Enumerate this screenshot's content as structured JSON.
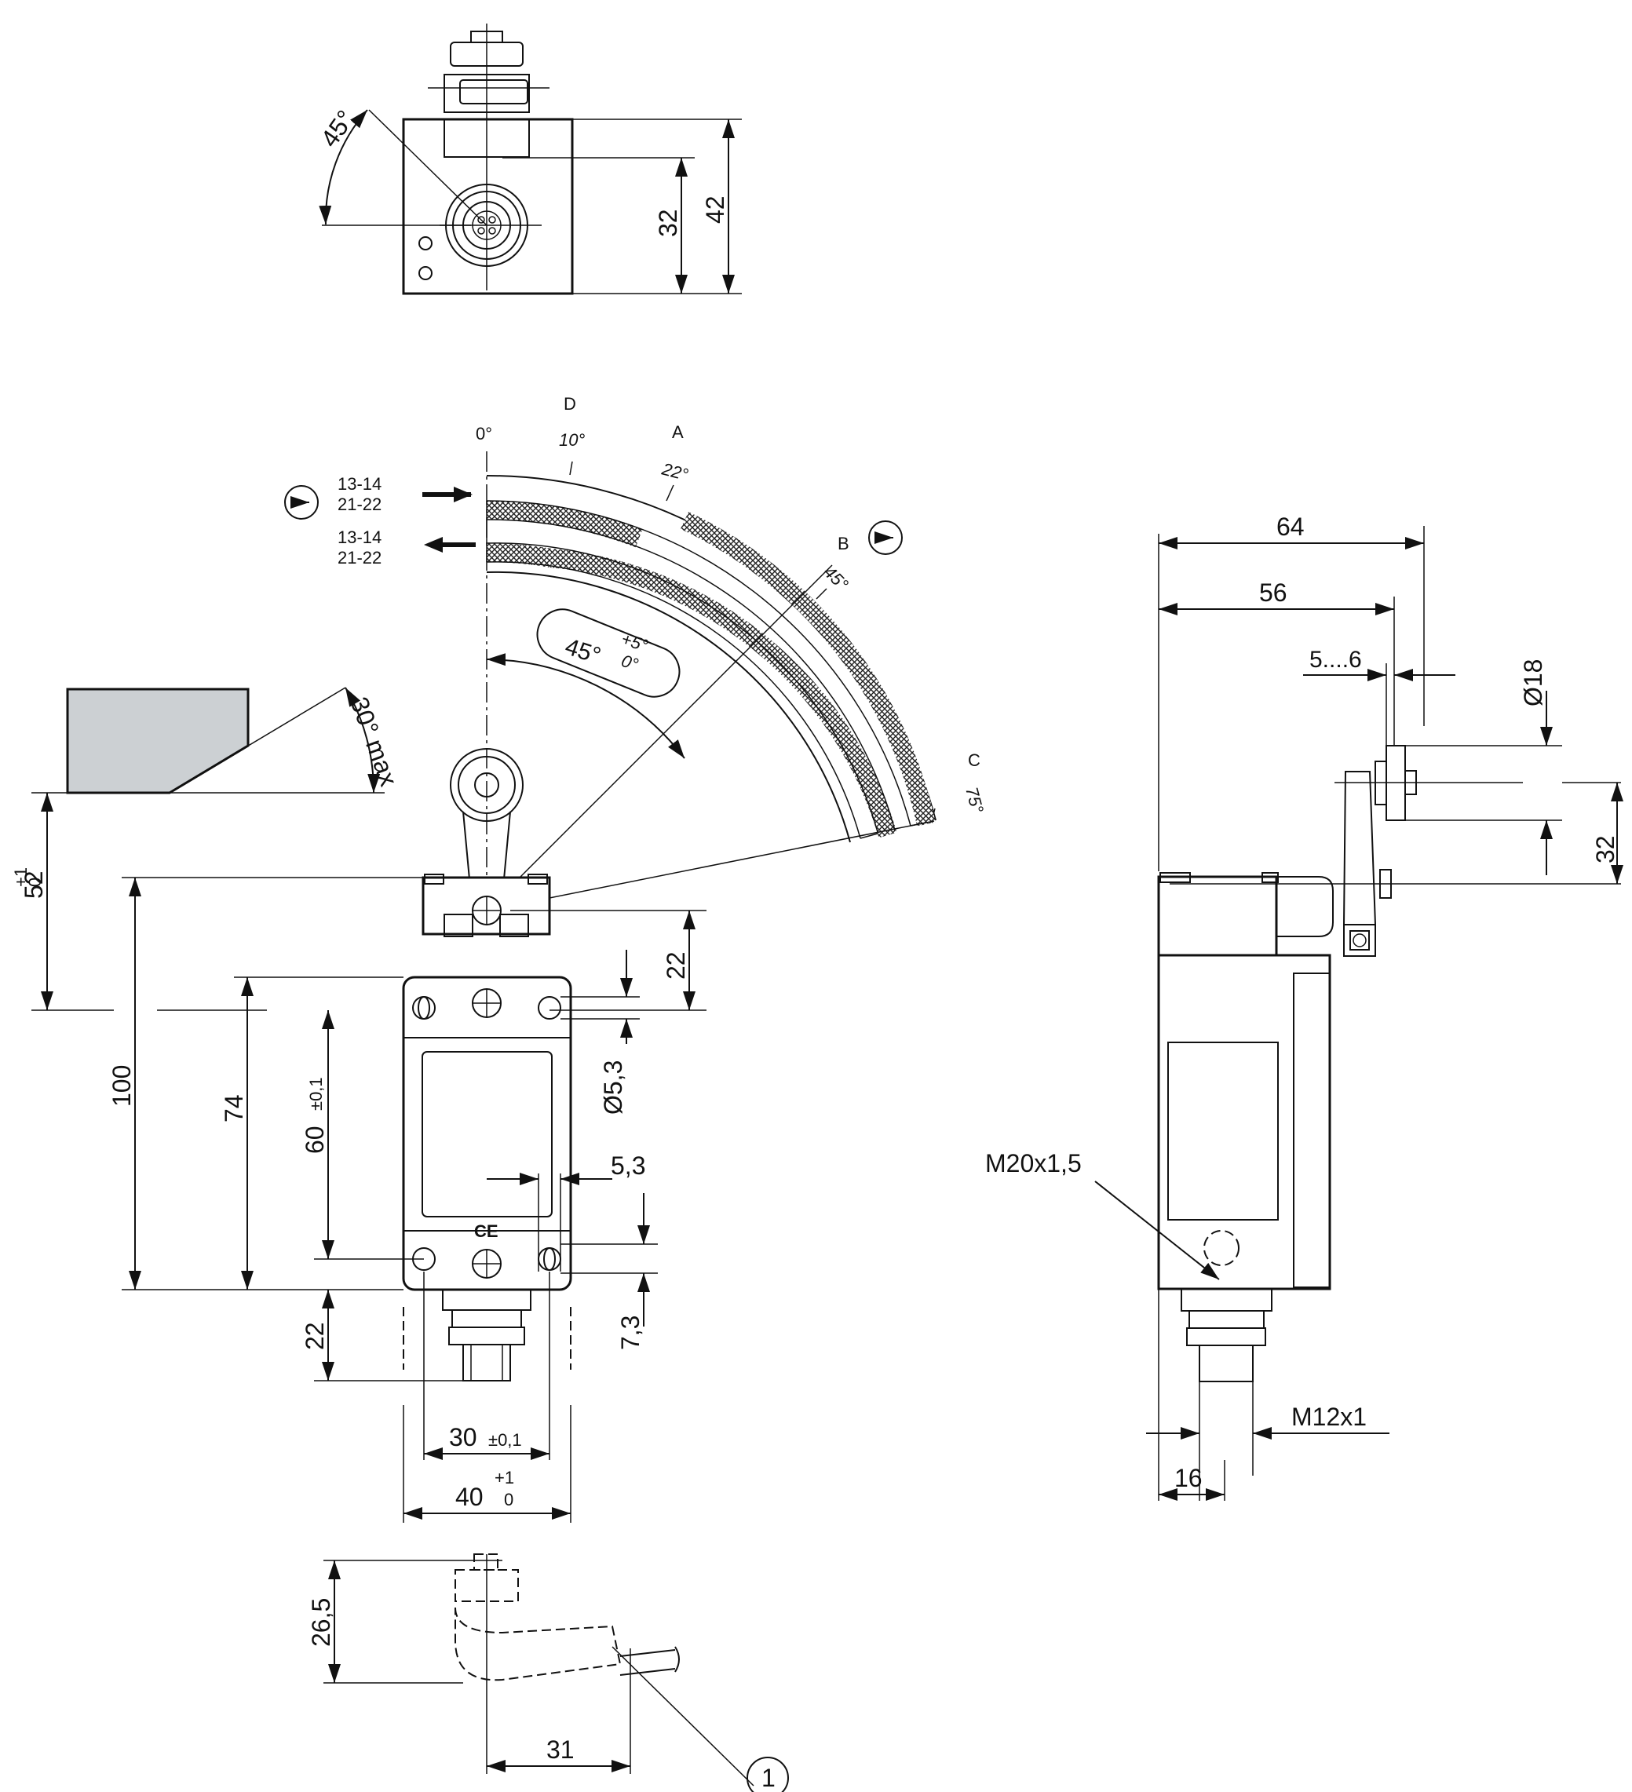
{
  "top_view": {
    "angle": "45°",
    "dim_32": "32",
    "dim_42": "42"
  },
  "actuation": {
    "pos_0": "0°",
    "pos_d_letter": "D",
    "pos_d_angle": "10°",
    "pos_a_letter": "A",
    "pos_a_angle": "22°",
    "pos_b_letter": "B",
    "pos_b_angle": "45°",
    "pos_c_letter": "C",
    "pos_c_angle": "75°",
    "contacts_upper_1": "13-14",
    "contacts_upper_2": "21-22",
    "contacts_lower_1": "13-14",
    "contacts_lower_2": "21-22",
    "operating_angle": "45°",
    "tol_plus": "+5°",
    "tol_minus": "0°",
    "approach_angle": "30° max"
  },
  "front_view": {
    "dim_52": "52",
    "dim_52_tol_plus": "+1",
    "dim_52_tol_minus": "0",
    "dim_100": "100",
    "dim_74": "74",
    "dim_60": "60",
    "dim_60_tol": "±0,1",
    "dim_22_top": "22",
    "dim_hole": "Ø5,3",
    "dim_5_3": "5,3",
    "dim_7_3": "7,3",
    "dim_22_bottom": "22",
    "dim_30": "30",
    "dim_30_tol": "±0,1",
    "dim_40": "40",
    "dim_40_tol_plus": "+1",
    "dim_40_tol_minus": "0"
  },
  "side_view": {
    "dim_64": "64",
    "dim_56": "56",
    "dim_5_6": "5....6",
    "dim_18": "Ø18",
    "dim_32": "32",
    "thread_m20": "M20x1,5",
    "thread_m12": "M12x1",
    "dim_16": "16"
  },
  "connector_view": {
    "dim_26_5": "26,5",
    "dim_31": "31",
    "callout": "1"
  }
}
